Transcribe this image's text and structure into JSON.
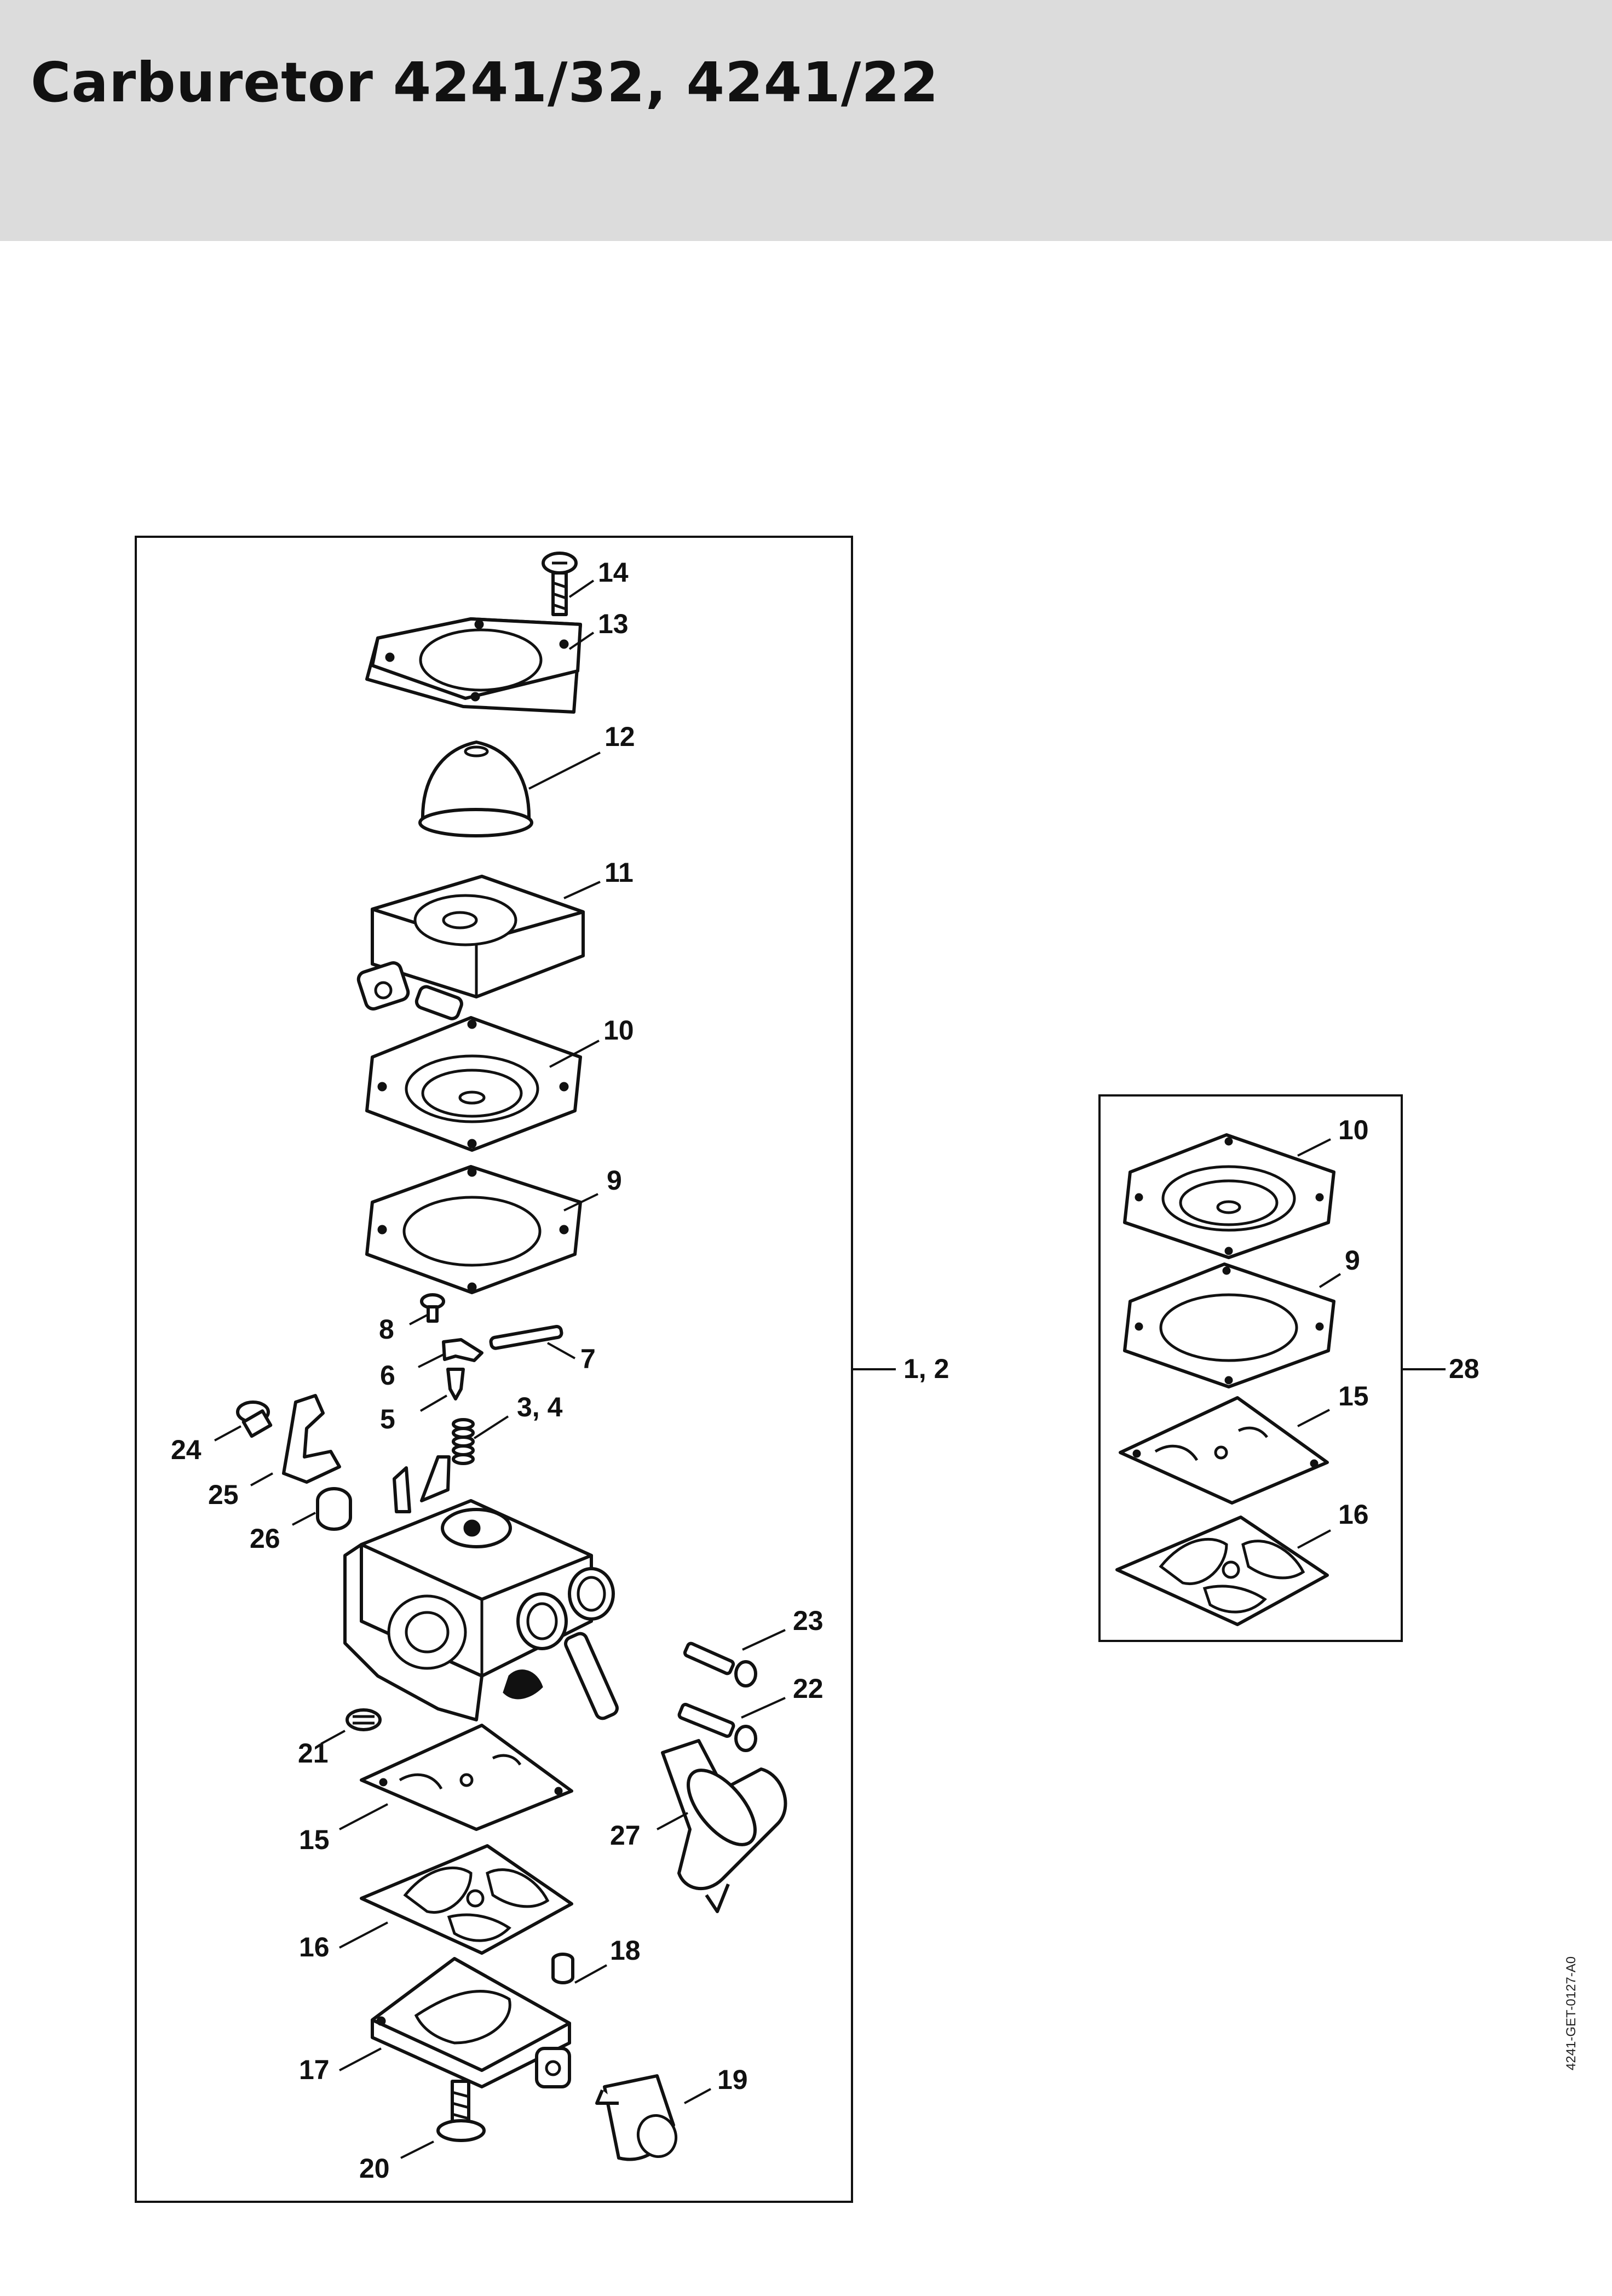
{
  "page": {
    "title": "Carburetor 4241/32, 4241/22",
    "doc_code": "4241-GET-0127-A0",
    "header_color": "#dcdcdc"
  },
  "main_group": {
    "label": "1, 2",
    "callouts": {
      "c14": "14",
      "c13": "13",
      "c12": "12",
      "c11": "11",
      "c10": "10",
      "c9": "9",
      "c8": "8",
      "c7": "7",
      "c6": "6",
      "c5": "5",
      "c34": "3, 4",
      "c24": "24",
      "c25": "25",
      "c26": "26",
      "c23": "23",
      "c22": "22",
      "c21": "21",
      "c15": "15",
      "c27": "27",
      "c16": "16",
      "c18": "18",
      "c17": "17",
      "c19": "19",
      "c20": "20"
    }
  },
  "kit_group": {
    "label": "28",
    "callouts": {
      "c10": "10",
      "c9": "9",
      "c15": "15",
      "c16": "16"
    }
  }
}
